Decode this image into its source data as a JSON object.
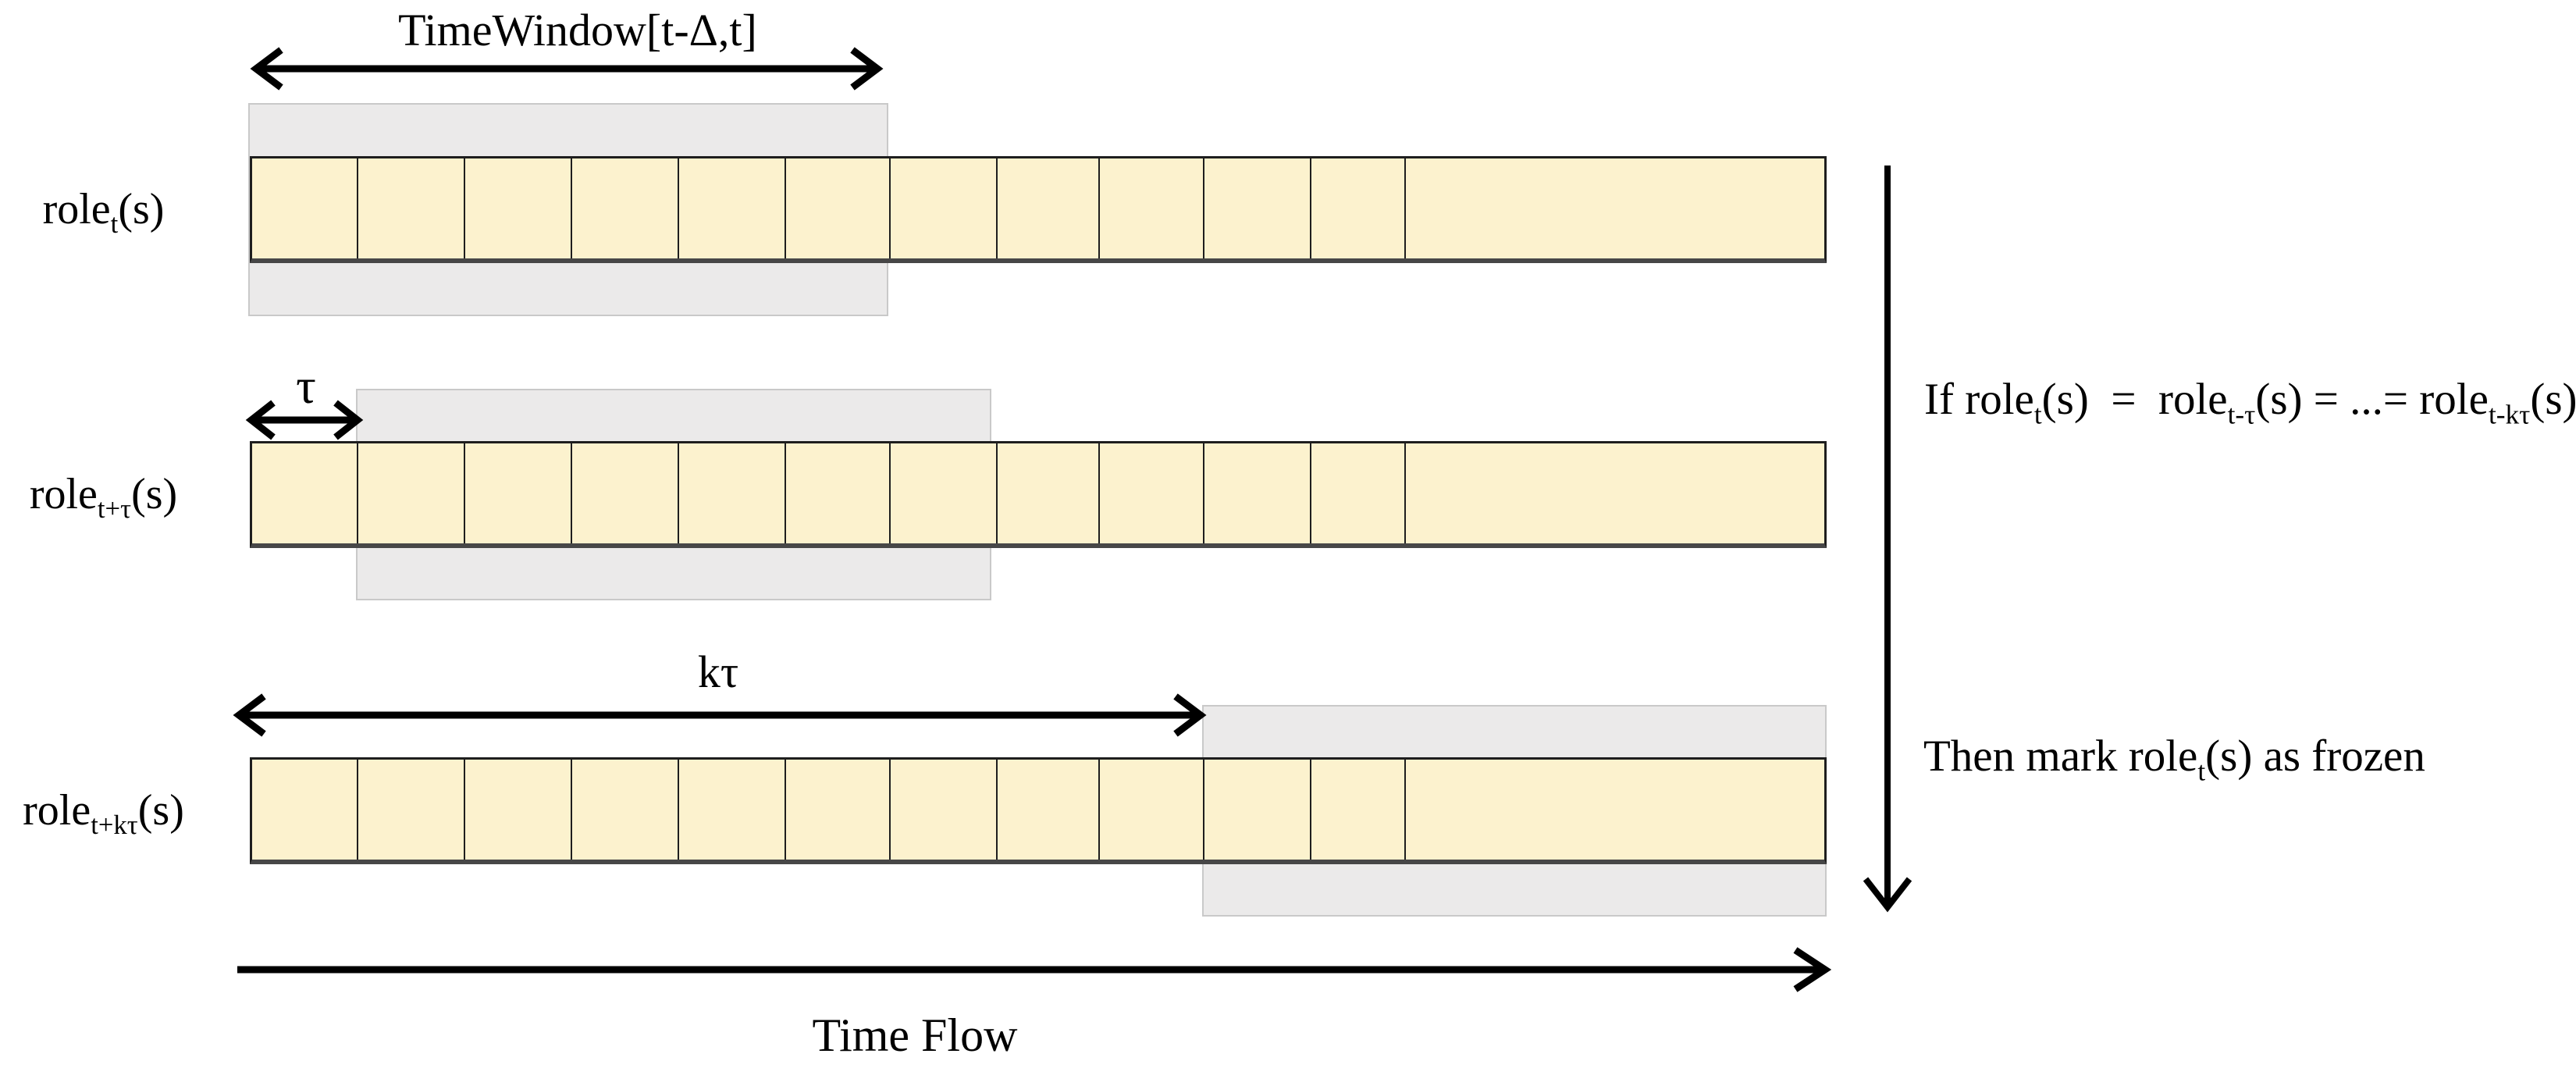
{
  "figure": {
    "title_note": "TimeWindow[t-Δ,t]",
    "tau_label": "τ",
    "k_tau_label": "kτ",
    "time_flow_label": "Time Flow",
    "condition_parts": [
      "If role",
      "t",
      "(s)  =  role",
      "t-τ",
      "(s) = ...= role",
      "t-kτ",
      "(s)"
    ],
    "conclusion_parts": [
      "Then mark role",
      "t",
      "(s) as frozen"
    ],
    "rows": [
      {
        "label_parts": [
          "role",
          "t",
          "(s)"
        ],
        "segments": 12,
        "window_over_segments": "1-6"
      },
      {
        "label_parts": [
          "role",
          "t+τ",
          "(s)"
        ],
        "segments": 12,
        "window_over_segments": "2-7"
      },
      {
        "label_parts": [
          "role",
          "t+kτ",
          "(s)"
        ],
        "segments": 12,
        "window_over_segments": "10-12"
      }
    ],
    "colors": {
      "cell_fill": "#FCF2CE",
      "window_fill": "#EBEAEA",
      "window_border": "#C9C9C9",
      "cell_border": "#1E1E1E",
      "arrow": "#000000"
    }
  }
}
